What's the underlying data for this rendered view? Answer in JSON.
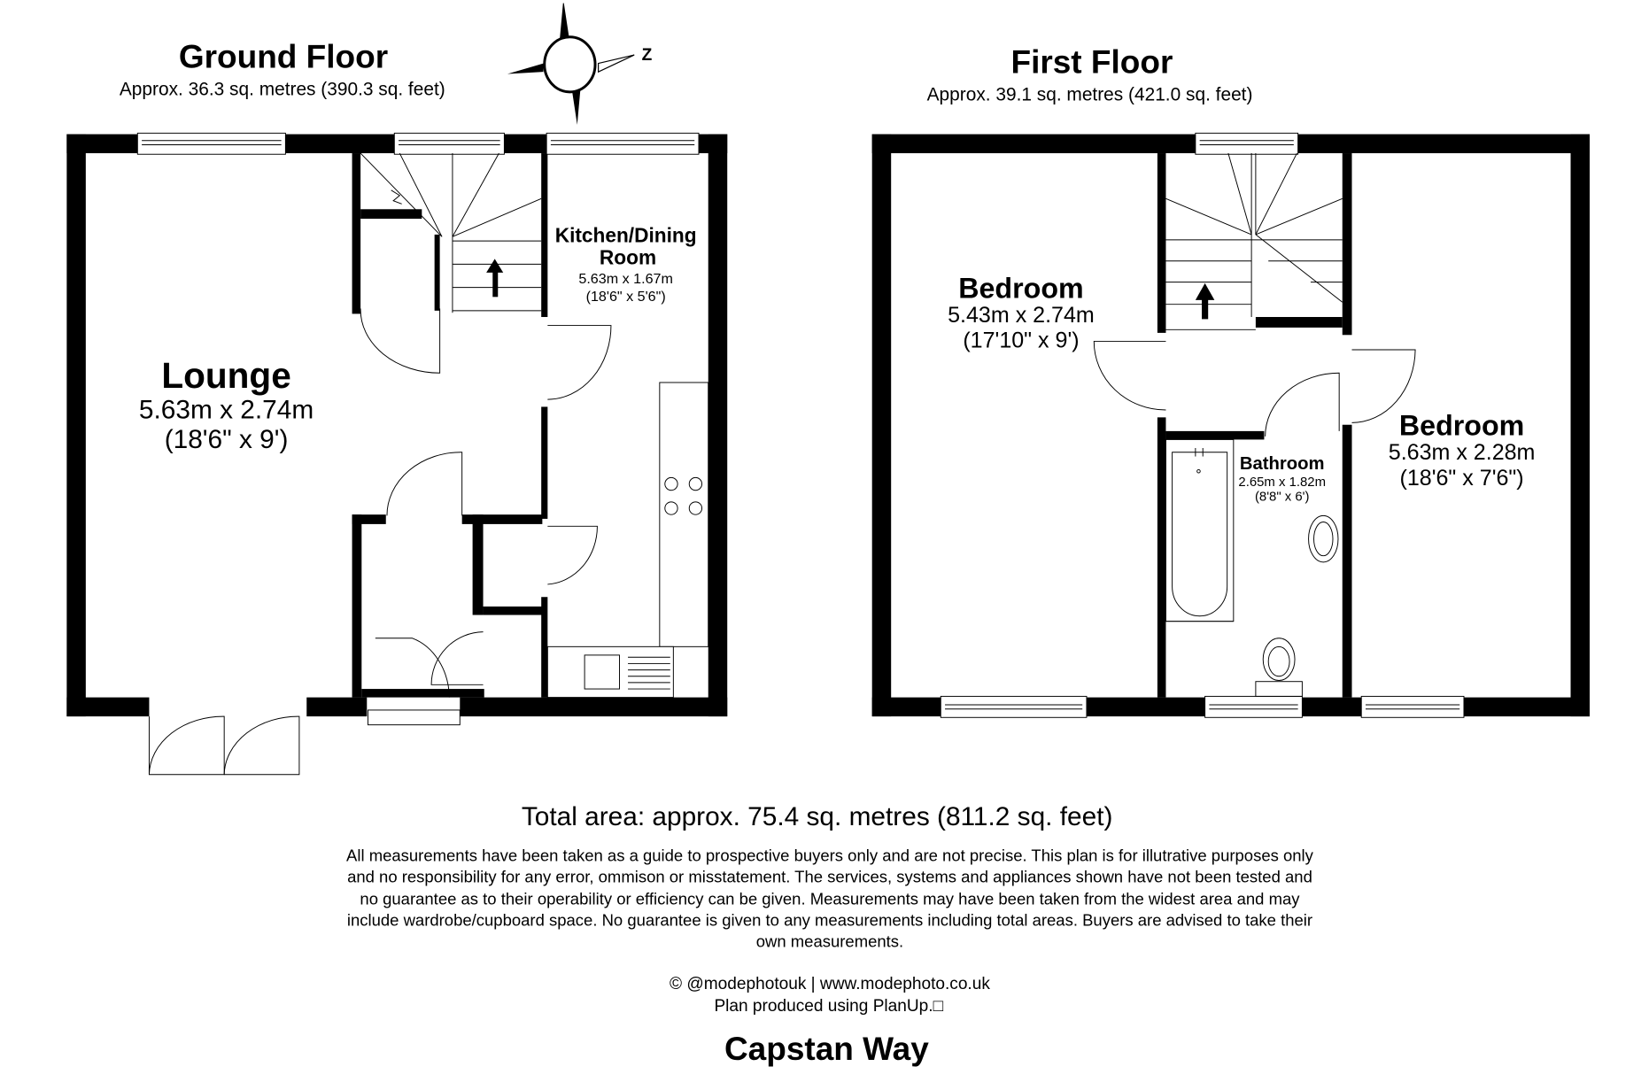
{
  "ground_floor": {
    "title": "Ground Floor",
    "area": "Approx. 36.3 sq. metres (390.3 sq. feet)",
    "rooms": [
      {
        "name": "Lounge",
        "metric": "5.63m x 2.74m",
        "imperial": "(18'6\" x 9')"
      },
      {
        "name_line1": "Kitchen/Dining",
        "name_line2": "Room",
        "metric": "5.63m x 1.67m",
        "imperial": "(18'6\" x 5'6\")"
      }
    ]
  },
  "first_floor": {
    "title": "First Floor",
    "area": "Approx. 39.1 sq. metres (421.0 sq. feet)",
    "rooms": [
      {
        "name": "Bedroom",
        "metric": "5.43m x 2.74m",
        "imperial": "(17'10\" x 9')"
      },
      {
        "name": "Bedroom",
        "metric": "5.63m x 2.28m",
        "imperial": "(18'6\" x 7'6\")"
      },
      {
        "name": "Bathroom",
        "metric": "2.65m x 1.82m",
        "imperial": "(8'8\" x 6')"
      }
    ]
  },
  "compass": {
    "label": "Z"
  },
  "total_area": "Total area: approx. 75.4 sq. metres (811.2 sq. feet)",
  "disclaimer": [
    "All measurements have been taken as a guide to prospective buyers only and are not precise. This plan is for illutrative purposes only",
    "and no responsibility for any error, ommison or misstatement. The services, systems and appliances shown have not been tested and",
    "no guarantee as to their operability or efficiency can be given. Measurements may have been taken from the widest area and may",
    "include wardrobe/cupboard space. No guarantee is given to any measurements including total areas. Buyers are advised to take their",
    "own measurements."
  ],
  "credit": "© @modephotouk | www.modephoto.co.uk",
  "produced": "Plan produced using PlanUp.□",
  "property_name": "Capstan Way"
}
